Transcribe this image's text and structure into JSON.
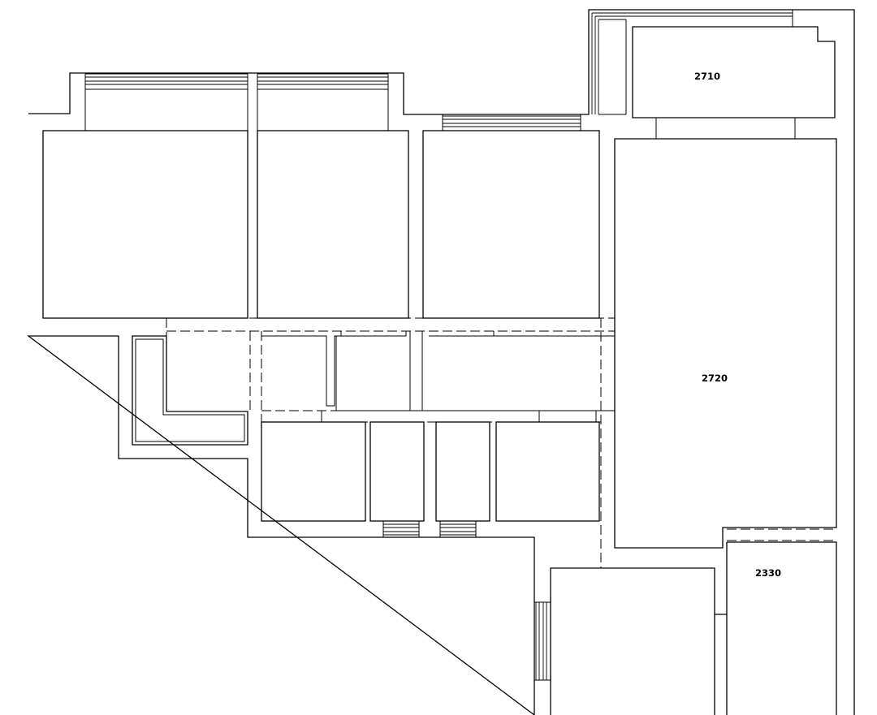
{
  "labels": {
    "room_top_right": "2710",
    "room_right_large": "2720",
    "room_bottom_right": "2330"
  },
  "colors": {
    "line": "#000000",
    "background": "#ffffff"
  }
}
